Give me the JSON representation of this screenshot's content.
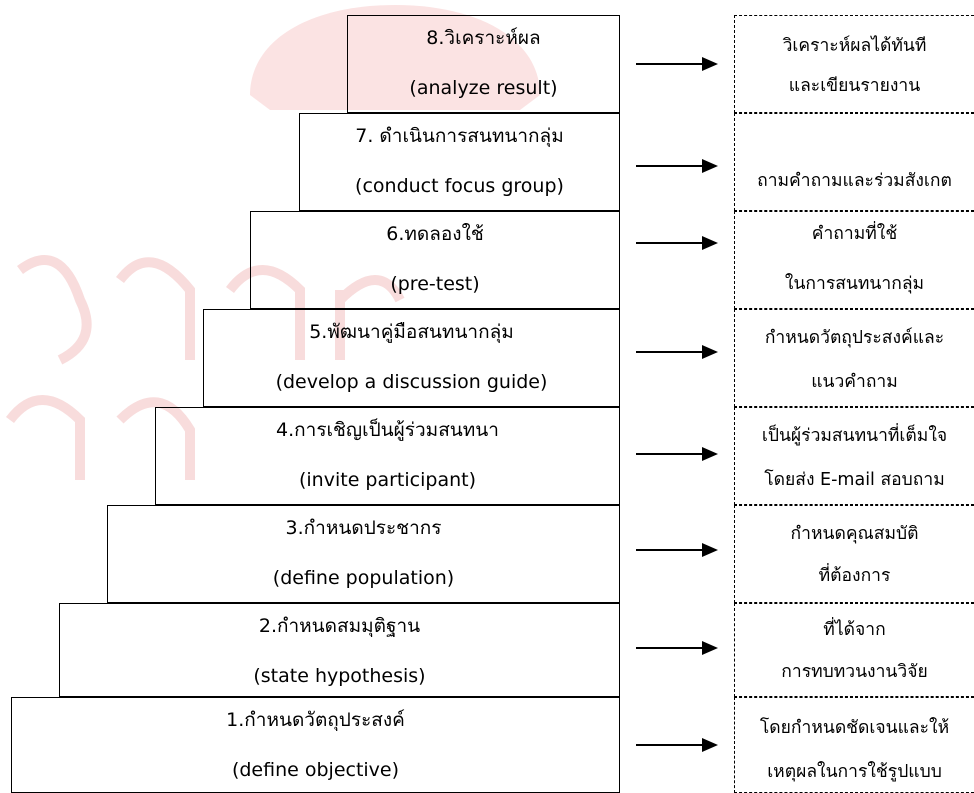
{
  "steps": [
    {
      "thai": "8.วิเคราะห์ผล",
      "english": "(analyze result)"
    },
    {
      "thai": "7. ดำเนินการสนทนากลุ่ม",
      "english": "(conduct focus group)"
    },
    {
      "thai": "6.ทดลองใช้",
      "english": "(pre-test)"
    },
    {
      "thai": "5.พัฒนาคู่มือสนทนากลุ่ม",
      "english": "(develop a discussion guide)"
    },
    {
      "thai": "4.การเชิญเป็นผู้ร่วมสนทนา",
      "english": "(invite participant)"
    },
    {
      "thai": "3.กำหนดประชากร",
      "english": "(define population)"
    },
    {
      "thai": "2.กำหนดสมมุติฐาน",
      "english": "(state hypothesis)"
    },
    {
      "thai": "1.กำหนดวัตถุประสงค์",
      "english": "(define objective)"
    }
  ],
  "notes": [
    {
      "line1": "วิเคราะห์ผลได้ทันที",
      "line2": "และเขียนรายงาน"
    },
    {
      "line1": "ถามคำถามและร่วมสังเกต",
      "line2": ""
    },
    {
      "line1": "คำถามที่ใช้",
      "line2": "ในการสนทนากลุ่ม"
    },
    {
      "line1": "กำหนดวัตถุประสงค์และ",
      "line2": "แนวคำถาม"
    },
    {
      "line1": "เป็นผู้ร่วมสนทนาที่เต็มใจ",
      "line2": "โดยส่ง E-mail สอบถาม"
    },
    {
      "line1": "กำหนดคุณสมบัติ",
      "line2": "ที่ต้องการ"
    },
    {
      "line1": "ที่ได้จาก",
      "line2": "การทบทวนงานวิจัย"
    },
    {
      "line1": "โดยกำหนดชัดเจนและให้",
      "line2": "เหตุผลในการใช้รูปแบบ"
    }
  ],
  "colors": {
    "line": "#000000",
    "watermark": "#f6dada"
  }
}
